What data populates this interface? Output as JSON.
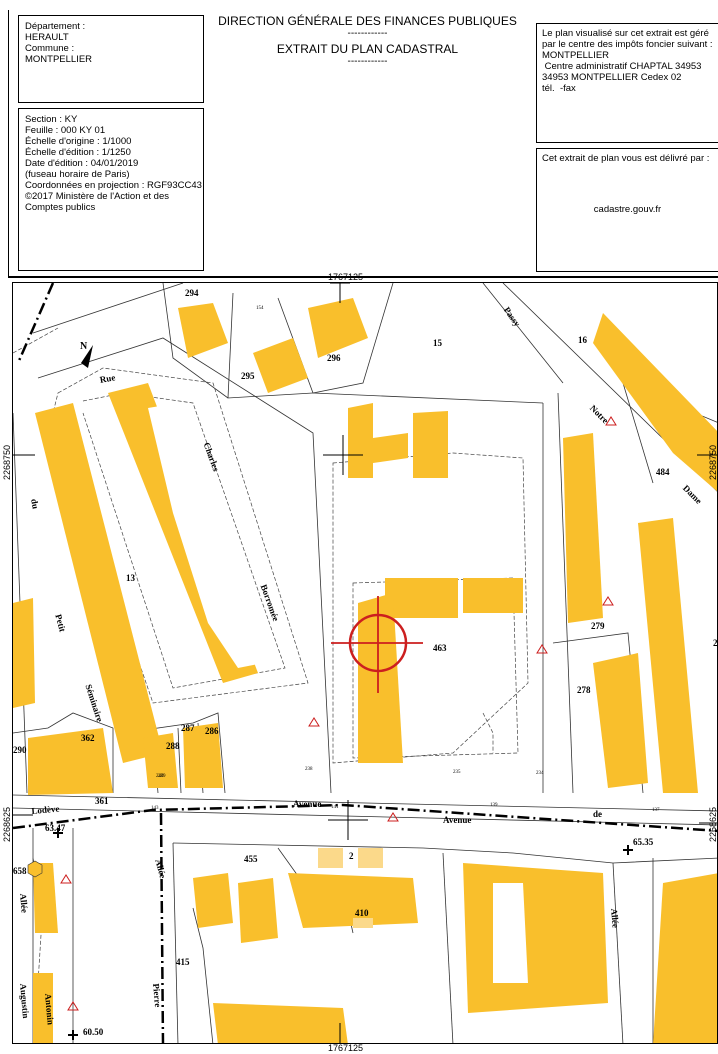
{
  "header": {
    "title_lines": [
      "DIRECTION GÉNÉRALE DES FINANCES PUBLIQUES",
      "------------",
      "EXTRAIT DU PLAN CADASTRAL",
      "------------"
    ],
    "location_box": [
      "Département :",
      "HERAULT",
      "",
      "Commune :",
      "MONTPELLIER"
    ],
    "details_box": [
      "Section : KY",
      "Feuille : 000 KY 01",
      "",
      "Échelle d'origine : 1/1000",
      "Échelle d'édition : 1/1250",
      "",
      "Date d'édition : 04/01/2019",
      "(fuseau horaire de Paris)",
      "",
      "Coordonnées en projection : RGF93CC43",
      "©2017 Ministère de l'Action et des",
      "Comptes publics"
    ],
    "center_box": [
      "Le plan visualisé sur cet extrait est géré",
      "par le centre des impôts foncier suivant :",
      "MONTPELLIER",
      " Centre administratif CHAPTAL 34953",
      "34953 MONTPELLIER Cedex 02",
      "tél.  -fax"
    ],
    "delivery_box": {
      "label": "Cet extrait de plan vous est délivré par :",
      "site": "cadastre.gouv.fr"
    }
  },
  "map": {
    "coords": {
      "top": "1767125",
      "bottom": "1767125",
      "left_top": "2268750",
      "left_bottom": "2268625",
      "right_top": "2268750",
      "right_bottom": "2268625"
    },
    "north": "N",
    "parcels": [
      "294",
      "295",
      "296",
      "15",
      "16",
      "484",
      "13",
      "463",
      "279",
      "278",
      "290",
      "362",
      "287",
      "288",
      "286",
      "361",
      "455",
      "410",
      "2",
      "415",
      "658",
      "2"
    ],
    "small_numbers": [
      "154",
      "143",
      "141",
      "139",
      "137",
      "240",
      "239",
      "238",
      "235",
      "234"
    ],
    "streets": [
      "Rue",
      "Charles",
      "Borromée",
      "du",
      "Petit",
      "Séminaire",
      "Passy",
      "Notre",
      "Dame",
      "Lodève",
      "Avenue",
      "Avenue",
      "de",
      "Allée",
      "Allée",
      "Allée",
      "Pierre",
      "Augustin",
      "Antonin"
    ],
    "elevations": [
      "63.47",
      "65.35",
      "60.50"
    ],
    "colors": {
      "building": "#f9bf2c",
      "building_light": "#fbd98a",
      "marker": "#cc1f1f"
    }
  }
}
